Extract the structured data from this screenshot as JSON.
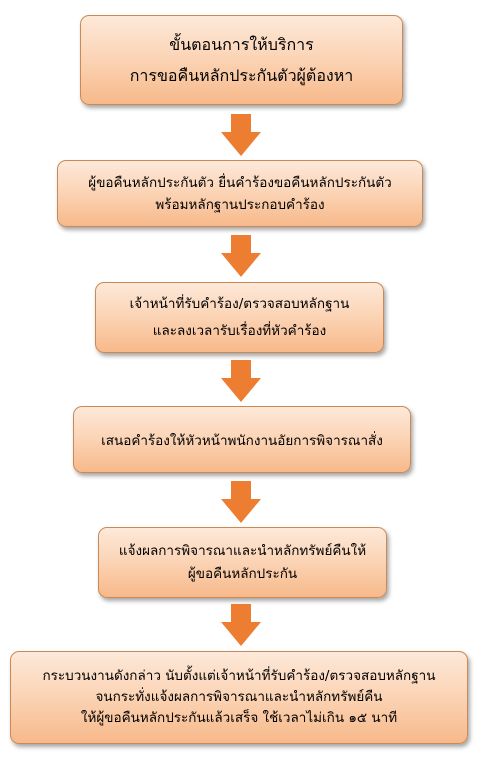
{
  "flow": {
    "title": {
      "line1": "ขั้นตอนการให้บริการ",
      "line2": "การขอคืนหลักประกันตัวผู้ต้องหา"
    },
    "steps": [
      {
        "line1": "ผู้ขอคืนหลักประกันตัว ยื่นคำร้องขอคืนหลักประกันตัว",
        "line2": "พร้อมหลักฐานประกอบคำร้อง"
      },
      {
        "line1": "เจ้าหน้าที่รับคำร้อง/ตรวจสอบหลักฐาน",
        "line2": "และลงเวลารับเรื่องที่หัวคำร้อง"
      },
      {
        "line1": "เสนอคำร้องให้หัวหน้าพนักงานอัยการพิจารณาสั่ง"
      },
      {
        "line1": "แจ้งผลการพิจารณาและนำหลักทรัพย์คืนให้",
        "line2": "ผู้ขอคืนหลักประกัน"
      },
      {
        "line1": "กระบวนงานดังกล่าว นับตั้งแต่เจ้าหน้าที่รับคำร้อง/ตรวจสอบหลักฐาน",
        "line2": "จนกระทั่งแจ้งผลการพิจารณาและนำหลักทรัพย์คืน",
        "line3": "ให้ผู้ขอคืนหลักประกันแล้วเสร็จ ใช้เวลาไม่เกิน ๑๕ นาที"
      }
    ]
  },
  "colors": {
    "box_fill_top": "#fde9d9",
    "box_fill_bottom": "#f7b98a",
    "box_border": "#c98a58",
    "arrow": "#ed7d31"
  }
}
